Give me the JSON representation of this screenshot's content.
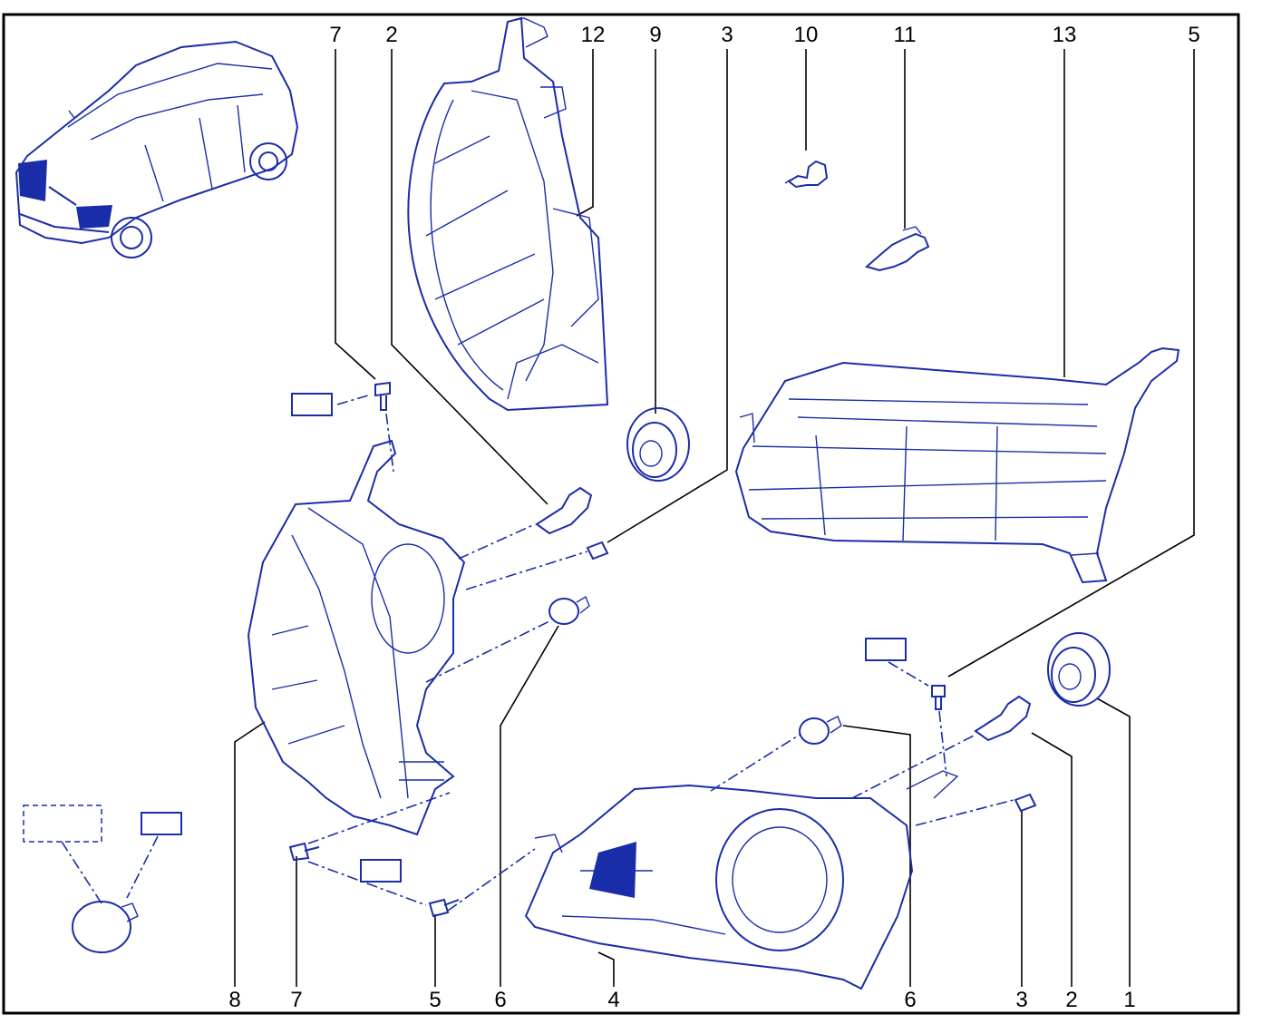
{
  "diagram": {
    "callouts": [
      {
        "id": "c-top-7",
        "label": "7"
      },
      {
        "id": "c-top-2",
        "label": "2"
      },
      {
        "id": "c-top-12",
        "label": "12"
      },
      {
        "id": "c-top-9",
        "label": "9"
      },
      {
        "id": "c-top-3",
        "label": "3"
      },
      {
        "id": "c-top-10",
        "label": "10"
      },
      {
        "id": "c-top-11",
        "label": "11"
      },
      {
        "id": "c-top-13",
        "label": "13"
      },
      {
        "id": "c-top-5",
        "label": "5"
      },
      {
        "id": "c-bot-8",
        "label": "8"
      },
      {
        "id": "c-bot-7",
        "label": "7"
      },
      {
        "id": "c-bot-5",
        "label": "5"
      },
      {
        "id": "c-bot-6a",
        "label": "6"
      },
      {
        "id": "c-bot-4",
        "label": "4"
      },
      {
        "id": "c-bot-6b",
        "label": "6"
      },
      {
        "id": "c-bot-3",
        "label": "3"
      },
      {
        "id": "c-bot-2",
        "label": "2"
      },
      {
        "id": "c-bot-1",
        "label": "1"
      }
    ],
    "colors": {
      "line": "#1a2da8",
      "text": "#000000",
      "frame": "#000000",
      "background": "#ffffff"
    }
  }
}
